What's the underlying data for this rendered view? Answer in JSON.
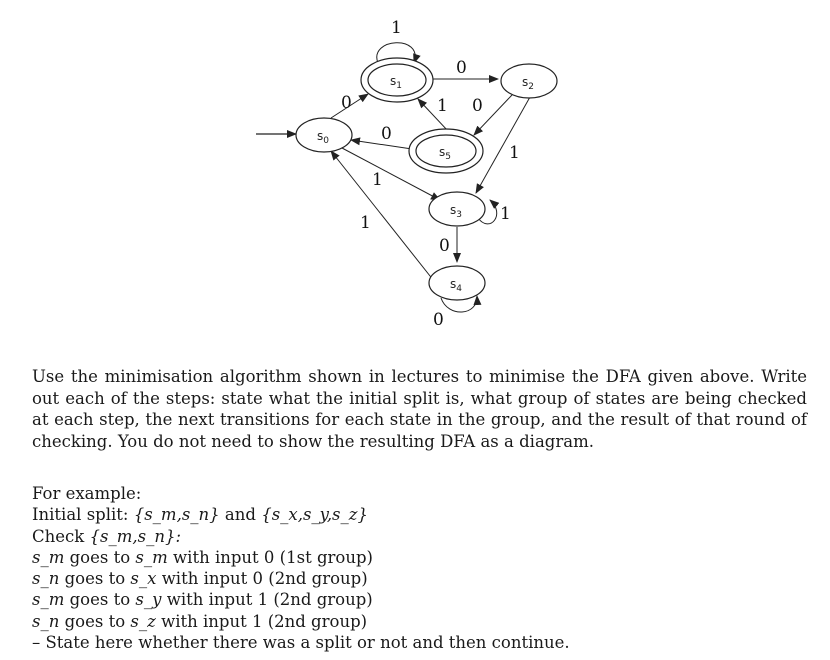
{
  "diagram": {
    "states": [
      {
        "id": "s0",
        "letter": "s",
        "index": "0",
        "accepting": false,
        "start": true
      },
      {
        "id": "s1",
        "letter": "s",
        "index": "1",
        "accepting": true,
        "start": false
      },
      {
        "id": "s2",
        "letter": "s",
        "index": "2",
        "accepting": false,
        "start": false
      },
      {
        "id": "s3",
        "letter": "s",
        "index": "3",
        "accepting": false,
        "start": false
      },
      {
        "id": "s4",
        "letter": "s",
        "index": "4",
        "accepting": false,
        "start": false
      },
      {
        "id": "s5",
        "letter": "s",
        "index": "5",
        "accepting": true,
        "start": false
      }
    ],
    "transitions": [
      {
        "from": "s0",
        "to": "s1",
        "label": "0"
      },
      {
        "from": "s0",
        "to": "s3",
        "label": "1"
      },
      {
        "from": "s1",
        "to": "s1",
        "label": "1"
      },
      {
        "from": "s1",
        "to": "s2",
        "label": "0"
      },
      {
        "from": "s5",
        "to": "s0",
        "label": "0"
      },
      {
        "from": "s5",
        "to": "s1",
        "label": "1"
      },
      {
        "from": "s2",
        "to": "s5",
        "label": "0"
      },
      {
        "from": "s2",
        "to": "s3",
        "label": "1"
      },
      {
        "from": "s3",
        "to": "s3",
        "label": "1"
      },
      {
        "from": "s3",
        "to": "s4",
        "label": "0"
      },
      {
        "from": "s4",
        "to": "s4",
        "label": "0"
      },
      {
        "from": "s4",
        "to": "s0",
        "label": "1"
      }
    ]
  },
  "question_text": "Use the minimisation algorithm shown in lectures to minimise the DFA given above. Write out each of the steps: state what the initial split is, what group of states are being checked at each step, the next transitions for each state in the group, and the result of that round of checking. You do not need to show the resulting DFA as a diagram.",
  "example": {
    "intro": "For example:",
    "split_label": "Initial split:",
    "group1": "{s_m,s_n}",
    "and": "and",
    "group2": "{s_x,s_y,s_z}",
    "check_label": "Check",
    "check_group": "{s_m,s_n}:",
    "moves": [
      {
        "state": "s_m",
        "goes_to": "goes to",
        "target": "s_m",
        "rest": "with input 0 (1st group)"
      },
      {
        "state": "s_n",
        "goes_to": "goes to",
        "target": "s_x",
        "rest": "with input 0 (2nd group)"
      },
      {
        "state": "s_m",
        "goes_to": "goes to",
        "target": "s_y",
        "rest": "with input 1 (2nd group)"
      },
      {
        "state": "s_n",
        "goes_to": "goes to",
        "target": "s_z",
        "rest": "with input 1 (2nd group)"
      }
    ],
    "note": "– State here whether there was a split or not and then continue."
  }
}
